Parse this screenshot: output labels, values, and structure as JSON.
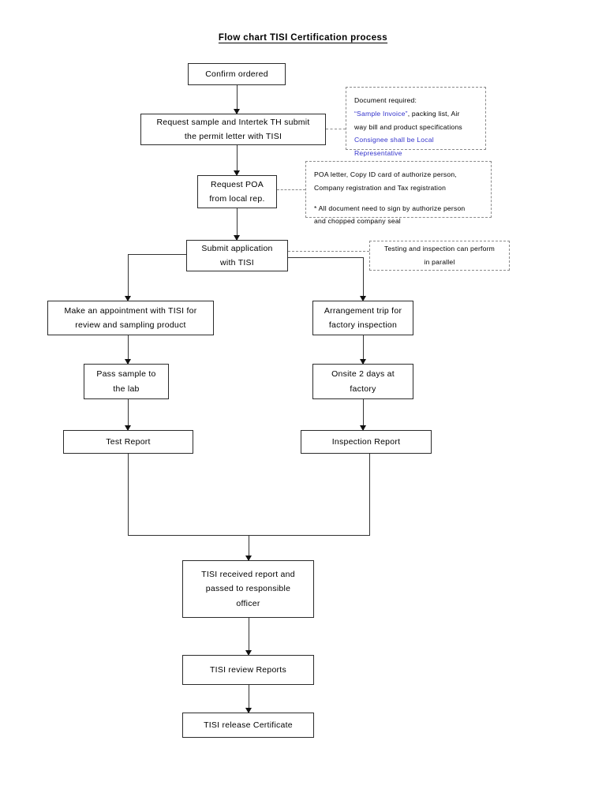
{
  "document": {
    "title": "Flow chart TISI Certification process"
  },
  "nodes": [
    {
      "id": "confirm-ordered",
      "label": "Confirm ordered"
    },
    {
      "id": "request-sample",
      "label": "Request sample and Intertek TH submit\nthe permit letter with TISI"
    },
    {
      "id": "request-poa",
      "label": "Request POA\nfrom local rep."
    },
    {
      "id": "submit-application",
      "label": "Submit application\nwith TISI"
    },
    {
      "id": "make-appointment",
      "label": "Make an appointment with TISI for\nreview and sampling product"
    },
    {
      "id": "arrangement-trip",
      "label": "Arrangement trip for\nfactory inspection"
    },
    {
      "id": "pass-sample",
      "label": "Pass sample to\nthe lab"
    },
    {
      "id": "onsite-2-days",
      "label": "Onsite 2 days at\nfactory"
    },
    {
      "id": "test-report",
      "label": "Test Report"
    },
    {
      "id": "inspection-report",
      "label": "Inspection Report"
    },
    {
      "id": "tisi-received-report",
      "label": "TISI received report and\npassed to responsible\nofficer"
    },
    {
      "id": "tisi-review-reports",
      "label": "TISI review Reports"
    },
    {
      "id": "tisi-release-certificate",
      "label": "TISI release Certificate"
    }
  ],
  "notes": {
    "document_required": {
      "line1": "Document required:",
      "line2": "“Sample Invoice”",
      "line3": ", packing list, Air",
      "line4": "way bill and product specifications",
      "line5": "Consignee shall be Local",
      "line6": "Representative"
    },
    "poa_documents": {
      "line1": "POA letter, Copy ID card of authorize person,",
      "line2": "Company registration and Tax registration",
      "line3": "* All document need to sign by authorize person",
      "line4": "and chopped company seal"
    },
    "parallel": {
      "text": "Testing and inspection can perform\nin parallel"
    }
  },
  "colors": {
    "highlight_text": "#3333cc",
    "box_border": "#2b2b2b",
    "note_border": "#8a8a8a",
    "connector": "#333333",
    "background": "#ffffff"
  }
}
